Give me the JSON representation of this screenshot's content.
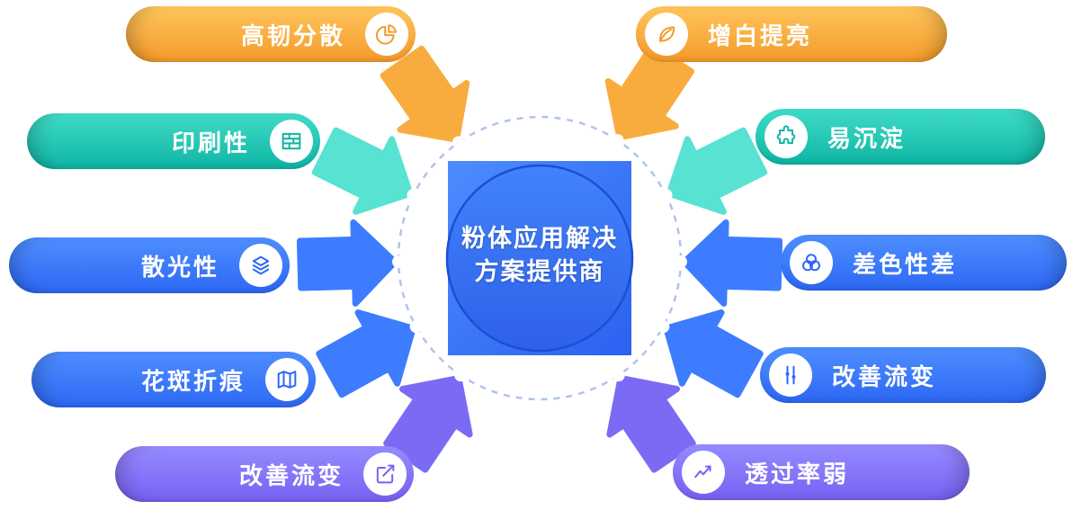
{
  "theme": {
    "orange-1": "#FFC55C",
    "orange-2": "#F49A2B",
    "teal-1": "#3FDCC8",
    "teal-2": "#0FB5A3",
    "blue-1": "#4E8EFF",
    "blue-2": "#2D68F4",
    "purple-1": "#968BFF",
    "purple-2": "#7661F2",
    "arrow-orange": "#F9AC3E",
    "arrow-teal": "#58E2D2",
    "arrow-blue": "#3D7CFE",
    "arrow-purple": "#7B6BF4",
    "dash": "#AFC4EA",
    "center-sq-1": "#4D8CFF",
    "center-sq-2": "#2B61F0",
    "center-cir-1": "#4183FC",
    "center-cir-2": "#2E61E9",
    "center-stroke": "#1C4ED6"
  },
  "center": {
    "line1": "粉体应用解决",
    "line2": "方案提供商"
  },
  "left": [
    {
      "label": "高韧分散",
      "icon": "pie-chart-icon"
    },
    {
      "label": "印刷性",
      "icon": "printing-icon"
    },
    {
      "label": "散光性",
      "icon": "layers-icon"
    },
    {
      "label": "花斑折痕",
      "icon": "map-icon"
    },
    {
      "label": "改善流变",
      "icon": "edit-icon"
    }
  ],
  "right": [
    {
      "label": "增白提亮",
      "icon": "leaf-icon"
    },
    {
      "label": "易沉淀",
      "icon": "puzzle-icon"
    },
    {
      "label": "差色性差",
      "icon": "color-circles-icon"
    },
    {
      "label": "改善流变",
      "icon": "sliders-icon"
    },
    {
      "label": "透过率弱",
      "icon": "trend-up-icon"
    }
  ]
}
